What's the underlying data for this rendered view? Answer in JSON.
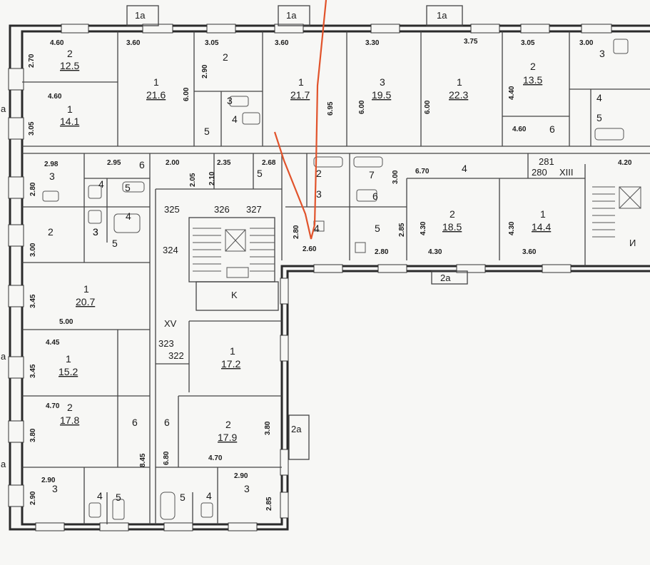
{
  "entrances": [
    "1а",
    "1а",
    "1а",
    "2а",
    "2а",
    "а",
    "а",
    "а"
  ],
  "building_rooms": [
    {
      "id": "325"
    },
    {
      "id": "326"
    },
    {
      "id": "327"
    },
    {
      "id": "324"
    },
    {
      "id": "323"
    },
    {
      "id": "322"
    },
    {
      "id": "XV"
    },
    {
      "id": "K"
    },
    {
      "id": "281"
    },
    {
      "id": "280"
    },
    {
      "id": "XIII"
    },
    {
      "id": "И"
    }
  ],
  "rooms": [
    {
      "no": "2",
      "area": "12.5"
    },
    {
      "no": "1",
      "area": "21.6"
    },
    {
      "no": "2",
      "area": ""
    },
    {
      "no": "1",
      "area": "21.7"
    },
    {
      "no": "3",
      "area": "19.5"
    },
    {
      "no": "1",
      "area": "22.3"
    },
    {
      "no": "2",
      "area": "13.5"
    },
    {
      "no": "3",
      "area": ""
    },
    {
      "no": "1",
      "area": "14.1"
    },
    {
      "no": "3",
      "area": ""
    },
    {
      "no": "4",
      "area": ""
    },
    {
      "no": "5",
      "area": ""
    },
    {
      "no": "4",
      "area": ""
    },
    {
      "no": "5",
      "area": ""
    },
    {
      "no": "6",
      "area": ""
    },
    {
      "no": "3",
      "area": ""
    },
    {
      "no": "6",
      "area": ""
    },
    {
      "no": "5",
      "area": ""
    },
    {
      "no": "2",
      "area": ""
    },
    {
      "no": "7",
      "area": ""
    },
    {
      "no": "3",
      "area": ""
    },
    {
      "no": "6",
      "area": ""
    },
    {
      "no": "4",
      "area": ""
    },
    {
      "no": "4",
      "area": ""
    },
    {
      "no": "5",
      "area": ""
    },
    {
      "no": "2",
      "area": "18.5"
    },
    {
      "no": "1",
      "area": "14.4"
    },
    {
      "no": "4",
      "area": ""
    },
    {
      "no": "5",
      "area": ""
    },
    {
      "no": "3",
      "area": ""
    },
    {
      "no": "4",
      "area": ""
    },
    {
      "no": "2",
      "area": ""
    },
    {
      "no": "3",
      "area": ""
    },
    {
      "no": "5",
      "area": ""
    },
    {
      "no": "1",
      "area": "20.7"
    },
    {
      "no": "1",
      "area": "15.2"
    },
    {
      "no": "2",
      "area": "17.8"
    },
    {
      "no": "6",
      "area": ""
    },
    {
      "no": "3",
      "area": ""
    },
    {
      "no": "4",
      "area": ""
    },
    {
      "no": "5",
      "area": ""
    },
    {
      "no": "1",
      "area": "17.2"
    },
    {
      "no": "2",
      "area": "17.9"
    },
    {
      "no": "6",
      "area": ""
    },
    {
      "no": "5",
      "area": ""
    },
    {
      "no": "4",
      "area": ""
    },
    {
      "no": "3",
      "area": ""
    }
  ],
  "dimensions": [
    "4.60",
    "3.60",
    "3.05",
    "3.60",
    "3.30",
    "3.75",
    "3.05",
    "3.00",
    "2.70",
    "2.90",
    "6.00",
    "6.95",
    "6.00",
    "6.00",
    "4.40",
    "4.60",
    "3.05",
    "4.60",
    "4.20",
    "2.98",
    "2.95",
    "2.00",
    "2.35",
    "2.68",
    "6.70",
    "2.80",
    "2.05",
    "2.10",
    "3.00",
    "2.80",
    "2.85",
    "4.30",
    "4.30",
    "4.30",
    "3.60",
    "2.60",
    "2.80",
    "3.00",
    "3.45",
    "5.00",
    "4.45",
    "3.45",
    "4.70",
    "3.80",
    "8.45",
    "6.80",
    "3.80",
    "4.70",
    "2.90",
    "2.90",
    "2.90",
    "2.85"
  ]
}
